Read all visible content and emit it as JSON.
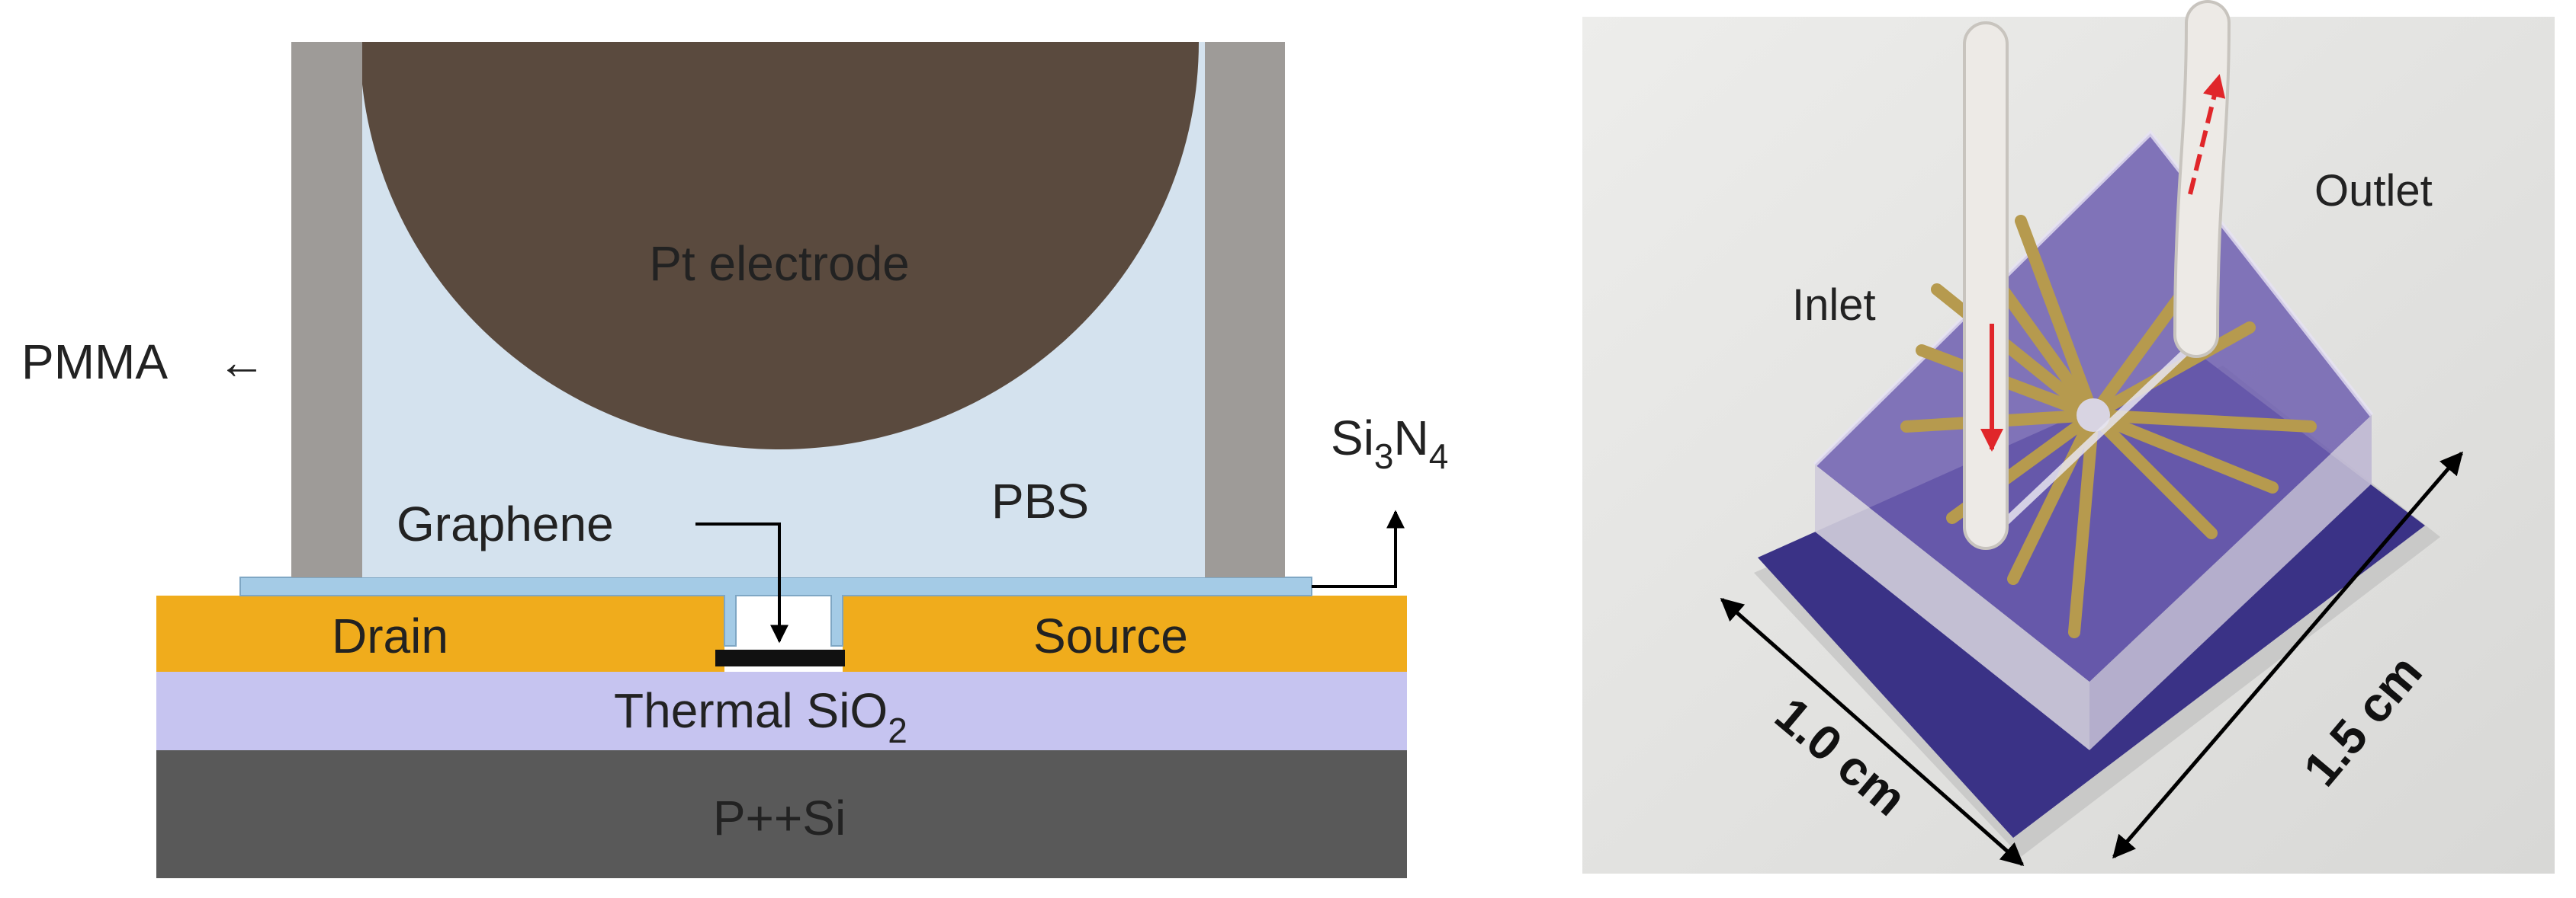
{
  "cross_section": {
    "labels": {
      "pt_electrode": "Pt electrode",
      "pmma": "PMMA",
      "pmma_arrow": "←",
      "si3n4_main": "Si",
      "si3n4_sub1": "3",
      "si3n4_mid": "N",
      "si3n4_sub2": "4",
      "pbs": "PBS",
      "graphene": "Graphene",
      "drain": "Drain",
      "source": "Source",
      "thermal_main": "Thermal SiO",
      "thermal_sub": "2",
      "substrate": "P++Si"
    },
    "colors": {
      "pmma_wall": "#9E9B98",
      "pbs_fill": "#D4E2EE",
      "electrode": "#5A4A3E",
      "gold": "#F0AC1C",
      "oxide": "#C6C4F0",
      "silicon": "#595959",
      "nitride": "#A4CBE6",
      "graphene": "#111111"
    }
  },
  "photo": {
    "labels": {
      "inlet": "Inlet",
      "outlet": "Outlet",
      "dim_width": "1.0 cm",
      "dim_length": "1.5 cm"
    },
    "colors": {
      "background": "#E4E4E2",
      "substrate": "#3A3286",
      "pmma_block": "#B7AFCB",
      "electrodes": "#B69A4E",
      "arrow_red": "#E0262A"
    }
  }
}
